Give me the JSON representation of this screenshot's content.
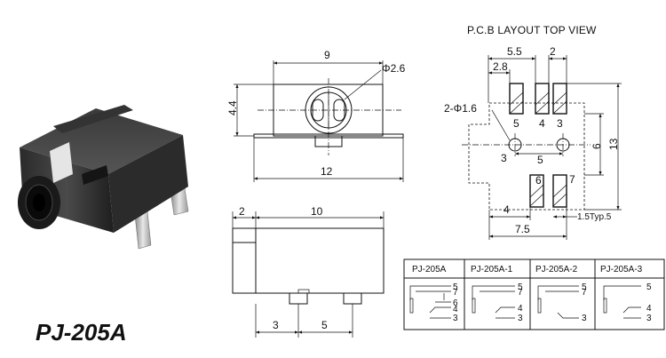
{
  "product_name": "PJ-205A",
  "pcb_title": "P.C.B LAYOUT  TOP VIEW",
  "front_view": {
    "width_dim": "9",
    "height_dim": "4.4",
    "hole_dim": "Φ2.6",
    "base_dim": "12"
  },
  "side_view": {
    "top_left_dim": "2",
    "top_dim": "10",
    "bottom_left_dim": "3",
    "bottom_right_dim": "5"
  },
  "pcb": {
    "dim_top_55": "5.5",
    "dim_top_2": "2",
    "dim_28": "2.8",
    "hole_label": "2-Φ1.6",
    "pad_5": "5",
    "pad_4": "4",
    "pad_3": "3",
    "pad_6": "6",
    "pad_7": "7",
    "hole_left_label": "3",
    "mid_dim": "5",
    "right_dim_6": "6",
    "right_dim_13": "13",
    "dim_4": "4",
    "dim_15": "1.5Typ.5",
    "dim_75": "7.5"
  },
  "table": {
    "headers": [
      "PJ-205A",
      "PJ-205A-1",
      "PJ-205A-2",
      "PJ-205A-3"
    ],
    "col1_pins": [
      "5",
      "7",
      "6",
      "4",
      "3"
    ],
    "col2_pins": [
      "5",
      "7",
      "4",
      "3"
    ],
    "col3_pins": [
      "5",
      "7",
      "3"
    ],
    "col4_pins": [
      "5",
      "4",
      "3"
    ]
  }
}
